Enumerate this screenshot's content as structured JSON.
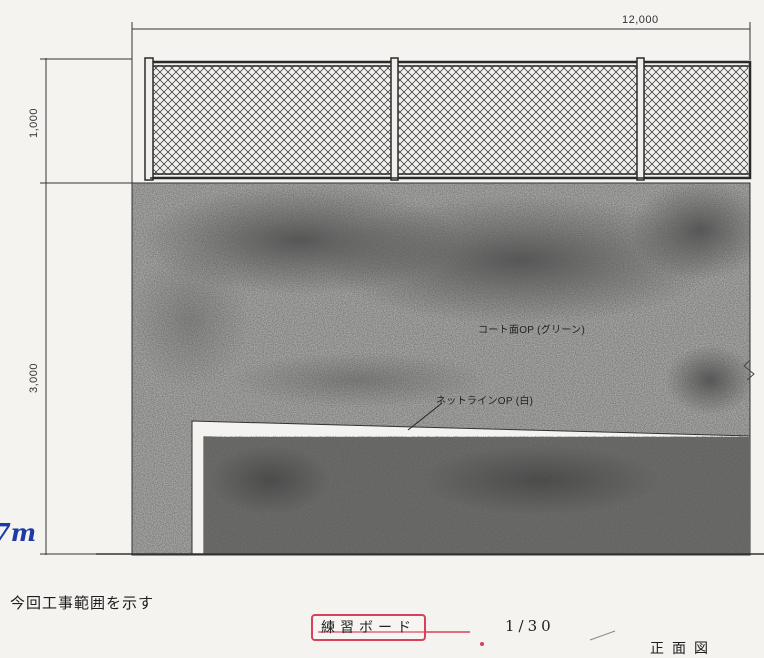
{
  "dimensions": {
    "width_total": "12,000",
    "net_height": "1,000",
    "board_height": "3,000"
  },
  "annotations": {
    "court_surface": "コート面OP (グリーン)",
    "net_line": "ネットラインOP (白)"
  },
  "handwriting": {
    "scope_note": "今回工事範囲を示す",
    "blue_mark": "7m"
  },
  "title_block": {
    "drawing_title": "練習ボード",
    "scale": "1/30",
    "view_name": "正面図"
  }
}
